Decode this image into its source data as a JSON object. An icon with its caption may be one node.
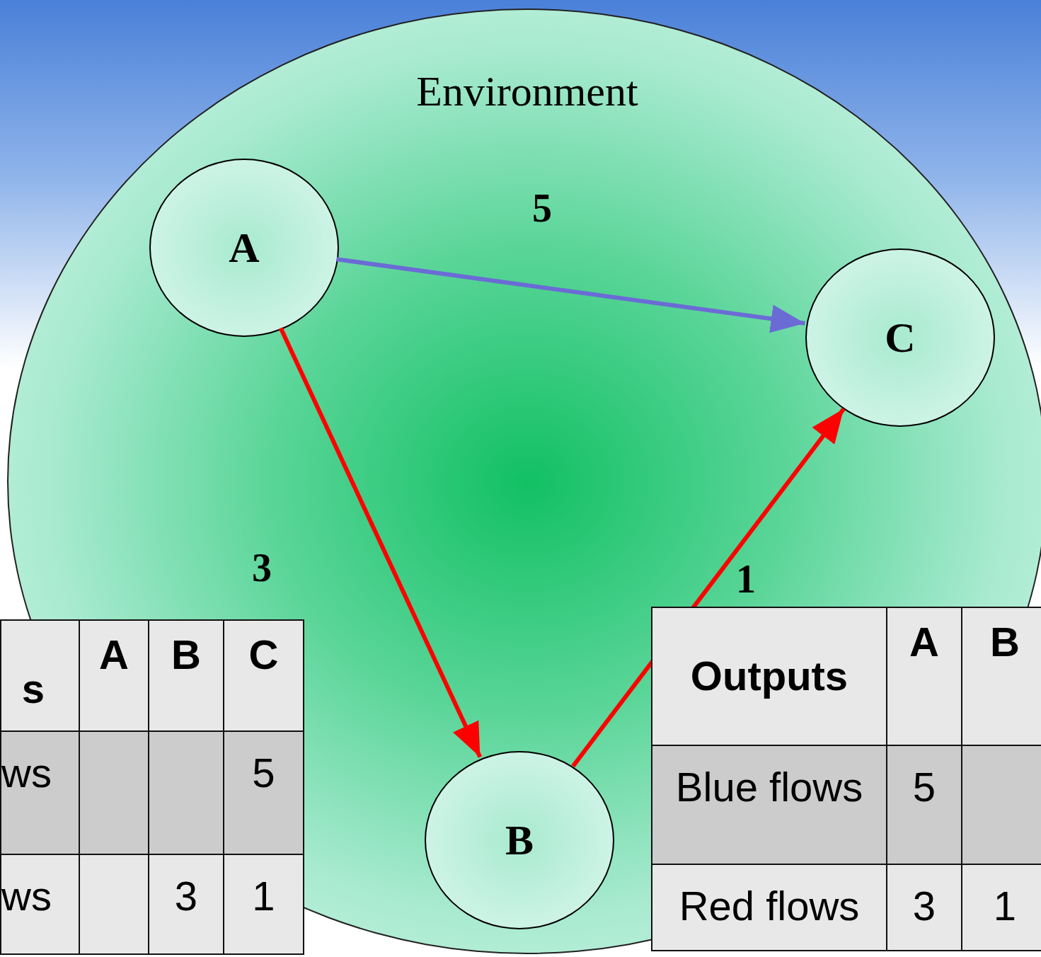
{
  "diagram": {
    "nodes": [
      {
        "text": [
          "Environment"
        ]
      },
      {
        "text": [
          "A"
        ],
        "in": 0
      },
      {
        "text": [
          "C"
        ],
        "in": 0
      },
      {
        "text": [
          "B"
        ],
        "in": 0
      }
    ],
    "edges": [
      {
        "from": 1,
        "to": 2,
        "arrow": "to",
        "label": "5",
        "color": "#6b6bd6"
      },
      {
        "from": 1,
        "to": 3,
        "arrow": "to",
        "label": "3"
      },
      {
        "from": 3,
        "to": 2,
        "arrow": "to",
        "label": "1"
      }
    ],
    "labels": [
      "s",
      "A",
      "B",
      "C",
      "ws",
      "5",
      "ws",
      "3",
      "1",
      "Outputs",
      "A",
      "B",
      "Blue flows",
      "5",
      "Red flows",
      "3",
      "1"
    ]
  }
}
